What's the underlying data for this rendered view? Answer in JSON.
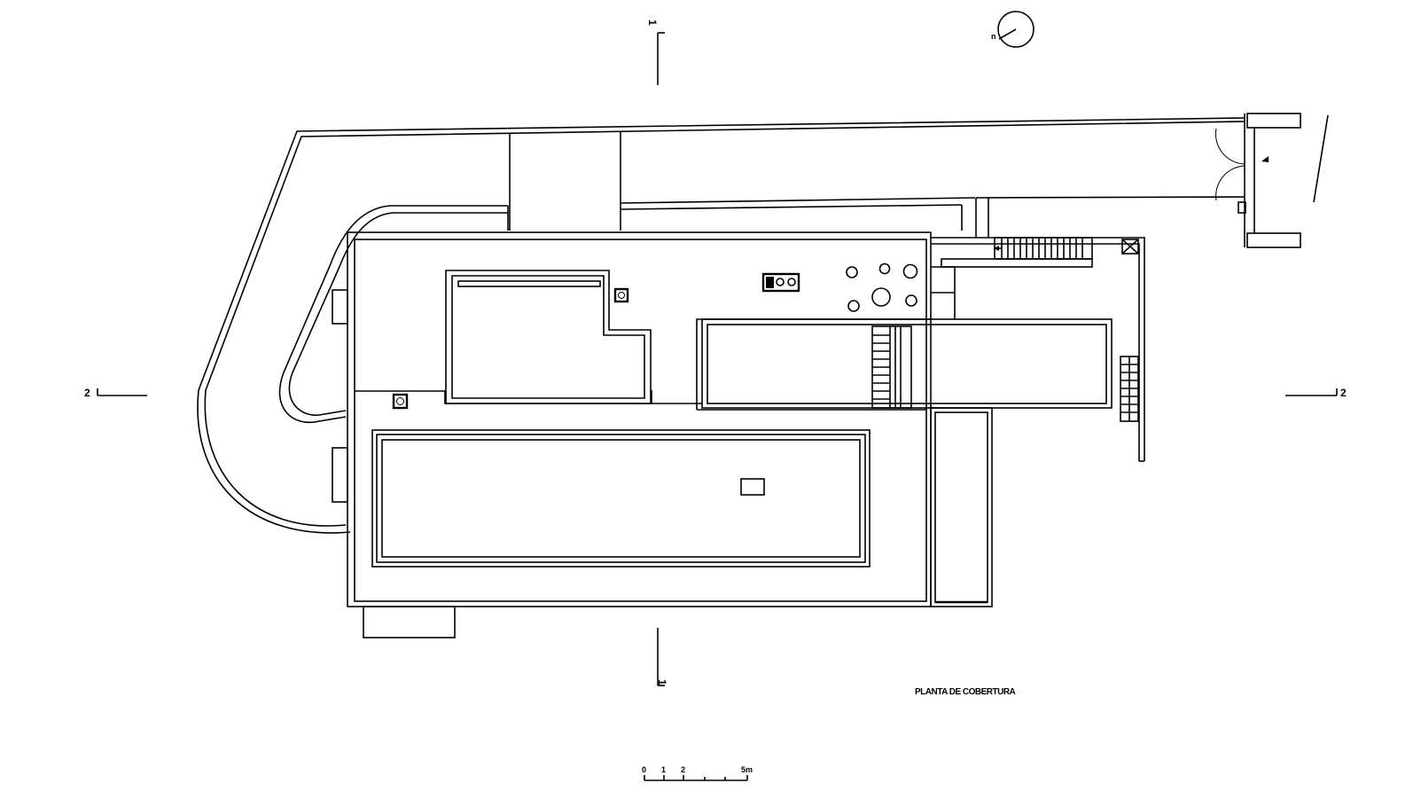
{
  "drawing_title": "PLANTA DE COBERTURA",
  "section_marks": {
    "left": "2",
    "right": "2",
    "top": "1",
    "bottom": "1"
  },
  "north_arrow_label": "n",
  "scale_bar": {
    "labels": [
      "0",
      "1",
      "2",
      "5m"
    ]
  }
}
